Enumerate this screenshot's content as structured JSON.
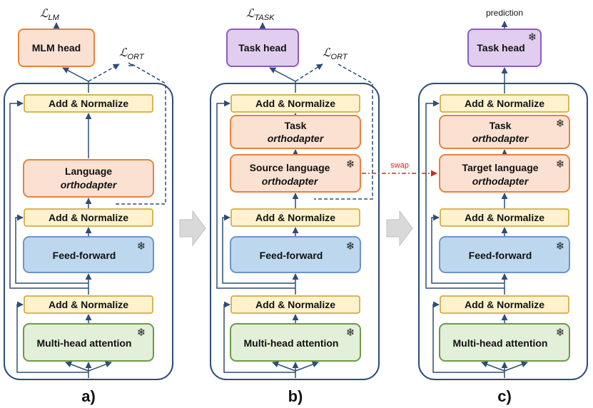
{
  "colors": {
    "outline": "#2e4d77",
    "arrow": "#2e4d77",
    "norm_fill": "#fff2cc",
    "norm_stroke": "#c9a227",
    "adapter_fill": "#fbe1d2",
    "adapter_stroke": "#e8823f",
    "ff_fill": "#bdd7ee",
    "ff_stroke": "#6d95c8",
    "att_fill": "#e2efd9",
    "att_stroke": "#6e9a46",
    "head_mlm_fill": "#fbe1d2",
    "head_mlm_stroke": "#e8823f",
    "head_task_fill": "#e0cdf0",
    "head_task_stroke": "#8e5bbf",
    "swap": "#e0201c"
  },
  "icons": {
    "frozen": "snowflake-icon",
    "next": "chevron-right-arrow"
  },
  "common": {
    "add_norm": "Add & Normalize",
    "feed_forward": "Feed-forward",
    "attention": "Multi-head attention",
    "orthodapter": "orthodapter",
    "snowflake": "❄"
  },
  "panel_a": {
    "label": "a)",
    "loss_top": "ℒ",
    "loss_top_sub": "LM",
    "loss_side": "ℒ",
    "loss_side_sub": "ORT",
    "head": "MLM head",
    "adapter_title": "Language"
  },
  "panel_b": {
    "label": "b)",
    "loss_top": "ℒ",
    "loss_top_sub": "TASK",
    "loss_side": "ℒ",
    "loss_side_sub": "ORT",
    "head": "Task head",
    "task_adapter_title": "Task",
    "lang_adapter_title": "Source language"
  },
  "panel_c": {
    "label": "c)",
    "output": "prediction",
    "head": "Task head",
    "task_adapter_title": "Task",
    "lang_adapter_title": "Target language"
  },
  "swap_label": "swap"
}
